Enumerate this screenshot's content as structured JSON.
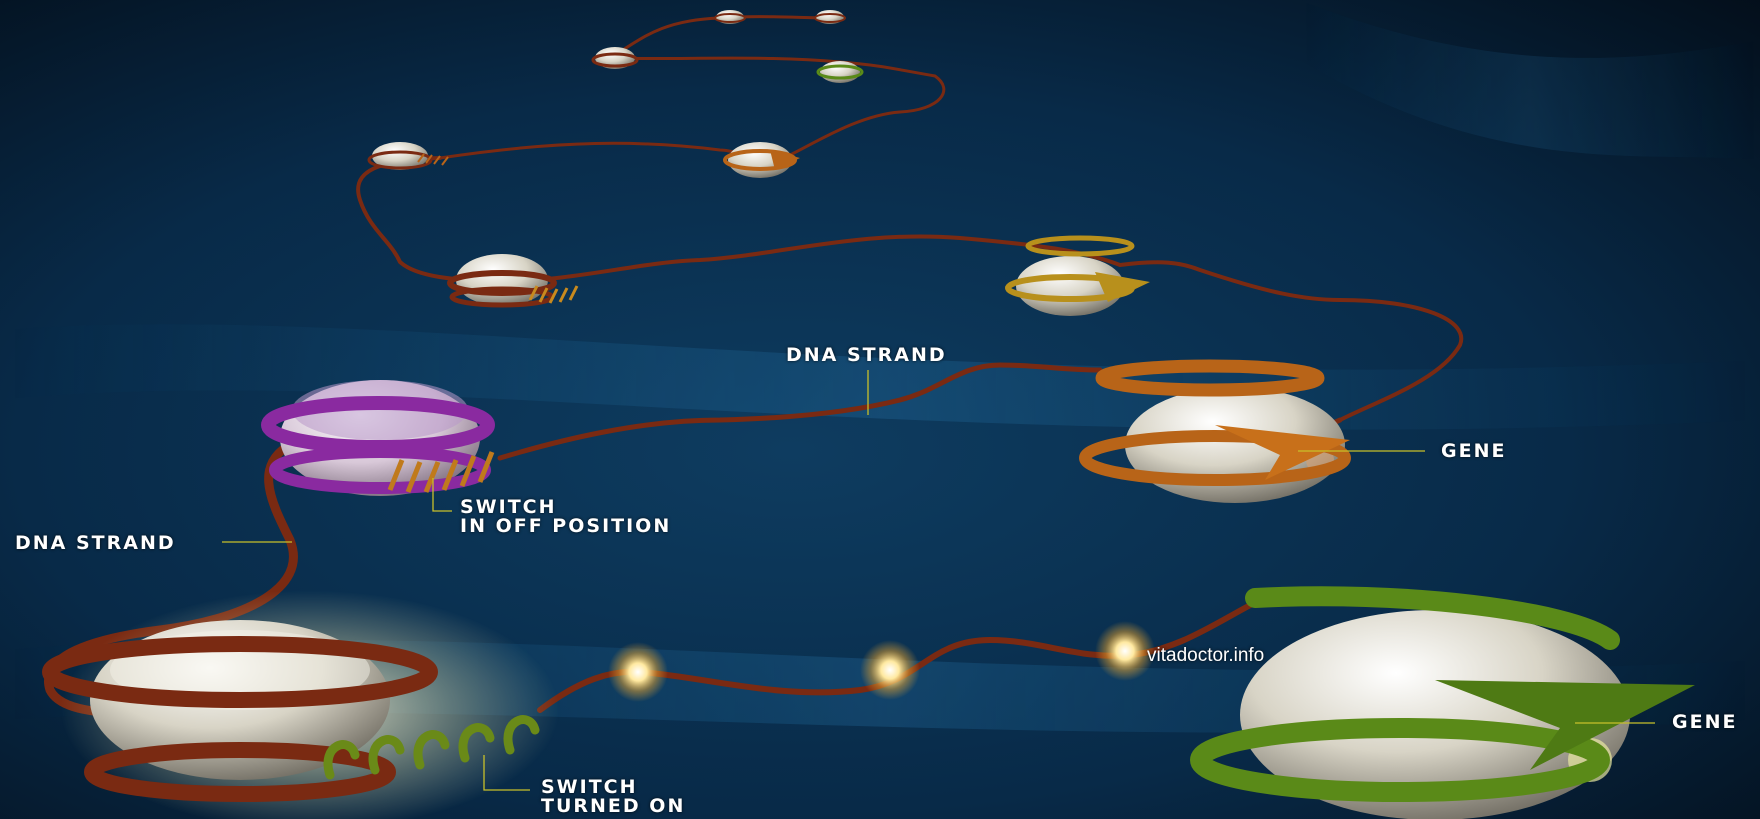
{
  "labels": {
    "dna_strand_top": "DNA STRAND",
    "dna_strand_left": "DNA STRAND",
    "gene_mid": "GENE",
    "gene_bottom": "GENE",
    "switch_off_line1": "SWITCH",
    "switch_off_line2": "IN OFF POSITION",
    "switch_on_line1": "SWITCH",
    "switch_on_line2": "TURNED ON"
  },
  "watermark": "vitadoctor.info",
  "colors": {
    "background": "#04101c",
    "strand": "#7a2a12",
    "leader_line": "#c8c02a",
    "purple_band": "#8a2aa0",
    "orange_band": "#b86418",
    "olive_band": "#5a8a18",
    "gold_band": "#b8901c",
    "glow": "#ffe08a"
  }
}
